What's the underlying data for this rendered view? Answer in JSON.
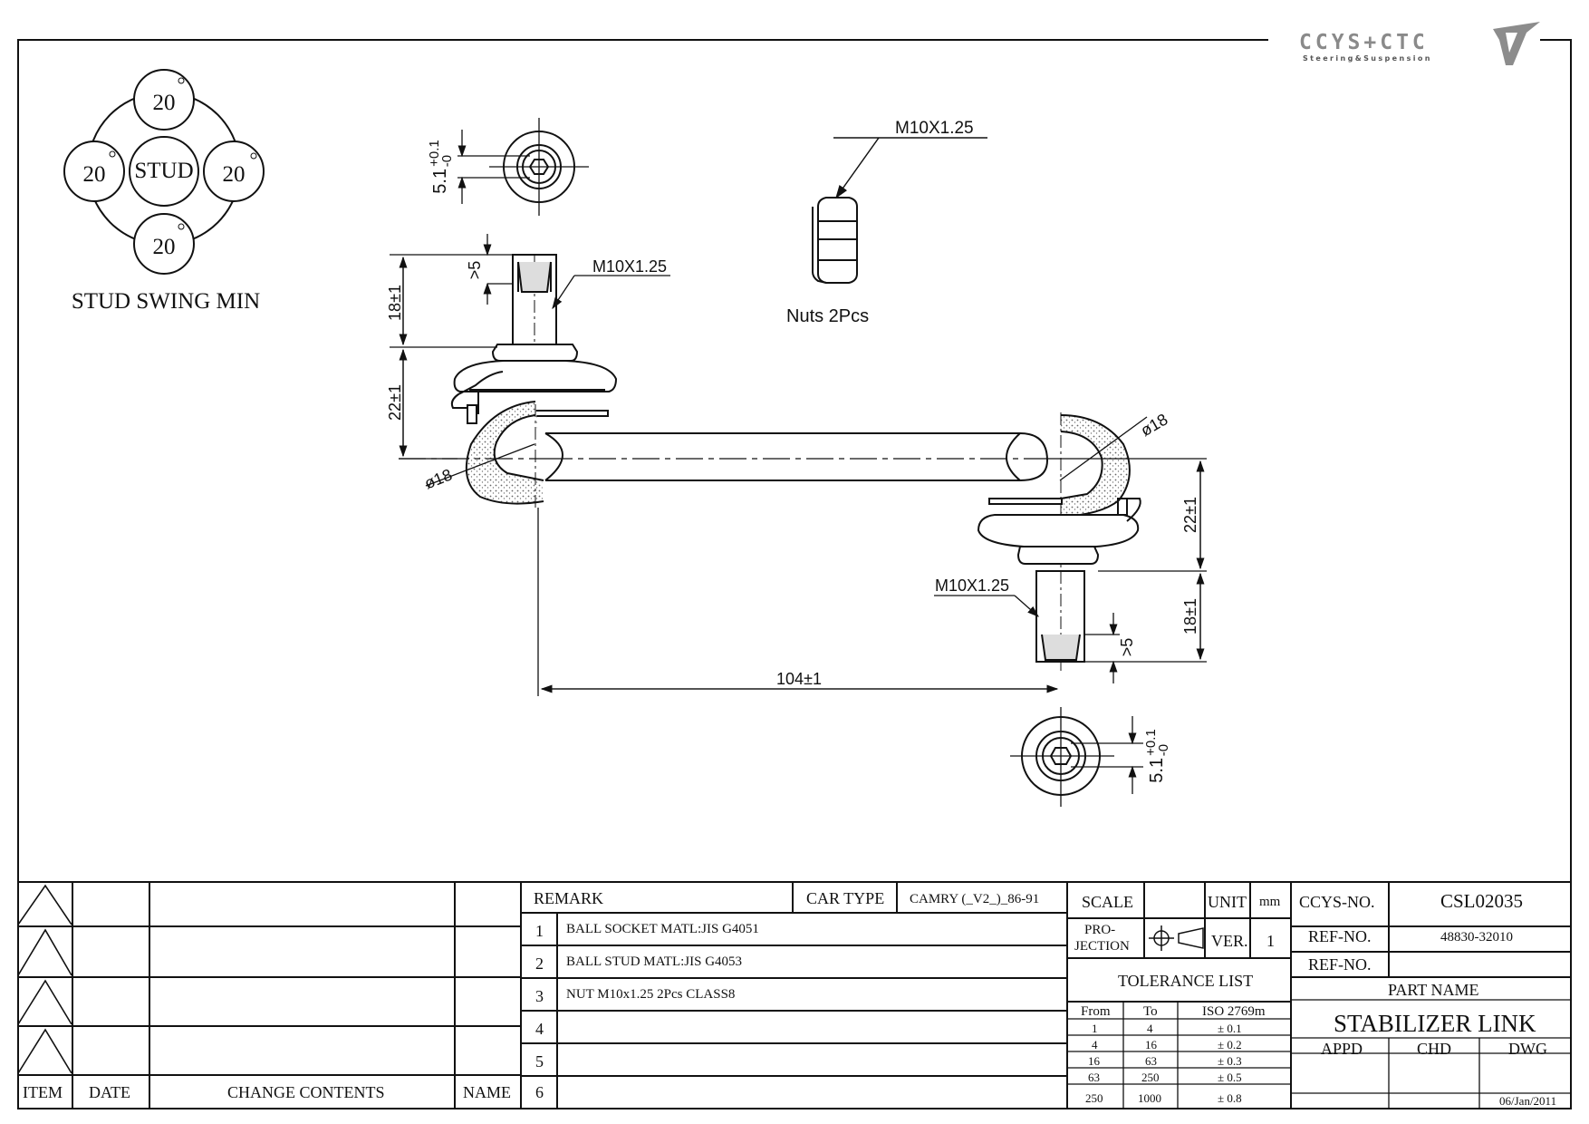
{
  "logo": {
    "brand": "CCYS+CTC",
    "tagline": "Steering&Suspension"
  },
  "drawing": {
    "swing": {
      "center": "STUD",
      "angles": [
        "20",
        "20",
        "20",
        "20"
      ],
      "caption": "STUD SWING MIN"
    },
    "nut_callout": "M10X1.25",
    "nuts_note": "Nuts  2Pcs",
    "thread_top": "M10X1.25",
    "thread_bottom": "M10X1.25",
    "dims": {
      "hex_top": "5.1+0.1 -0",
      "hex_bottom": "5.1+0.1 -0",
      "stud_len_top": "18±1",
      "gt5_top": ">5",
      "socket_h_top": "22±1",
      "ball_top": "ø18",
      "ball_bottom": "ø18",
      "socket_h_bottom": "22±1",
      "stud_len_bottom": "18±1",
      "gt5_bottom": ">5",
      "center_dist": "104±1"
    }
  },
  "title_block": {
    "revision_headers": {
      "item": "ITEM",
      "date": "DATE",
      "change": "CHANGE CONTENTS",
      "name": "NAME"
    },
    "remark_label": "REMARK",
    "car_type_label": "CAR TYPE",
    "car_type_value": "CAMRY (_V2_)_86-91",
    "remarks": [
      {
        "no": "1",
        "text": "BALL SOCKET MATL:JIS G4051"
      },
      {
        "no": "2",
        "text": "BALL STUD MATL:JIS G4053"
      },
      {
        "no": "3",
        "text": "NUT M10x1.25 2Pcs CLASS8"
      },
      {
        "no": "4",
        "text": ""
      },
      {
        "no": "5",
        "text": ""
      },
      {
        "no": "6",
        "text": ""
      }
    ],
    "scale_label": "SCALE",
    "unit_label": "UNIT",
    "unit_value": "mm",
    "projection_label": "PRO-\nJECTION",
    "projection_l1": "PRO-",
    "projection_l2": "JECTION",
    "ver_label": "VER.",
    "ver_value": "1",
    "tolerance_title": "TOLERANCE LIST",
    "tolerance_headers": [
      "From",
      "To",
      "ISO 2769m"
    ],
    "tolerance_rows": [
      [
        "1",
        "4",
        "± 0.1"
      ],
      [
        "4",
        "16",
        "± 0.2"
      ],
      [
        "16",
        "63",
        "± 0.3"
      ],
      [
        "63",
        "250",
        "± 0.5"
      ],
      [
        "250",
        "1000",
        "± 0.8"
      ]
    ],
    "ccys_no_label": "CCYS-NO.",
    "ccys_no_value": "CSL02035",
    "ref_no_label": "REF-NO.",
    "ref_no_value": "48830-32010",
    "ref_no2_label": "REF-NO.",
    "ref_no2_value": "",
    "part_name_label": "PART NAME",
    "part_name_value": "STABILIZER LINK",
    "appd_label": "APPD",
    "chd_label": "CHD",
    "dwg_label": "DWG",
    "date_value": "06/Jan/2011"
  }
}
